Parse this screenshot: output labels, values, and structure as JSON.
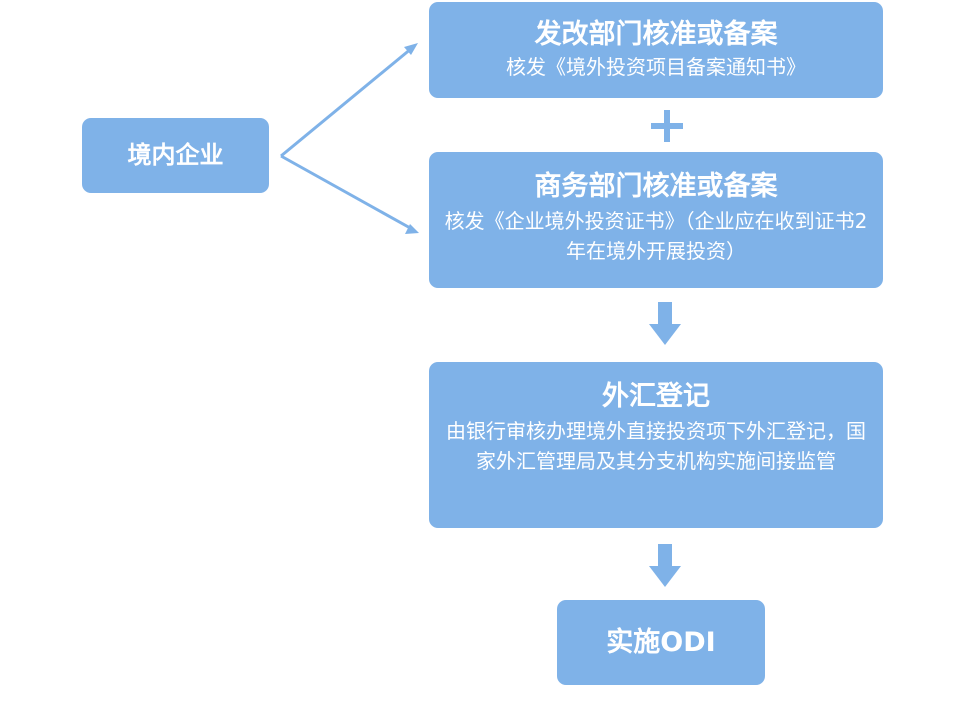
{
  "flow": {
    "start": {
      "title": "境内企业"
    },
    "ndrc": {
      "title": "发改部门核准或备案",
      "desc": "核发《境外投资项目备案通知书》"
    },
    "plus": "+",
    "commerce": {
      "title": "商务部门核准或备案",
      "desc": "核发《企业境外投资证书》（企业应在收到证书2年在境外开展投资）"
    },
    "fx": {
      "title": "外汇登记",
      "desc": "由银行审核办理境外直接投资项下外汇登记，国家外汇管理局及其分支机构实施间接监管"
    },
    "odi": {
      "title": "实施ODI"
    }
  },
  "colors": {
    "box": "#7fb2e8",
    "text": "#ffffff",
    "arrow": "#7fb2e8"
  }
}
